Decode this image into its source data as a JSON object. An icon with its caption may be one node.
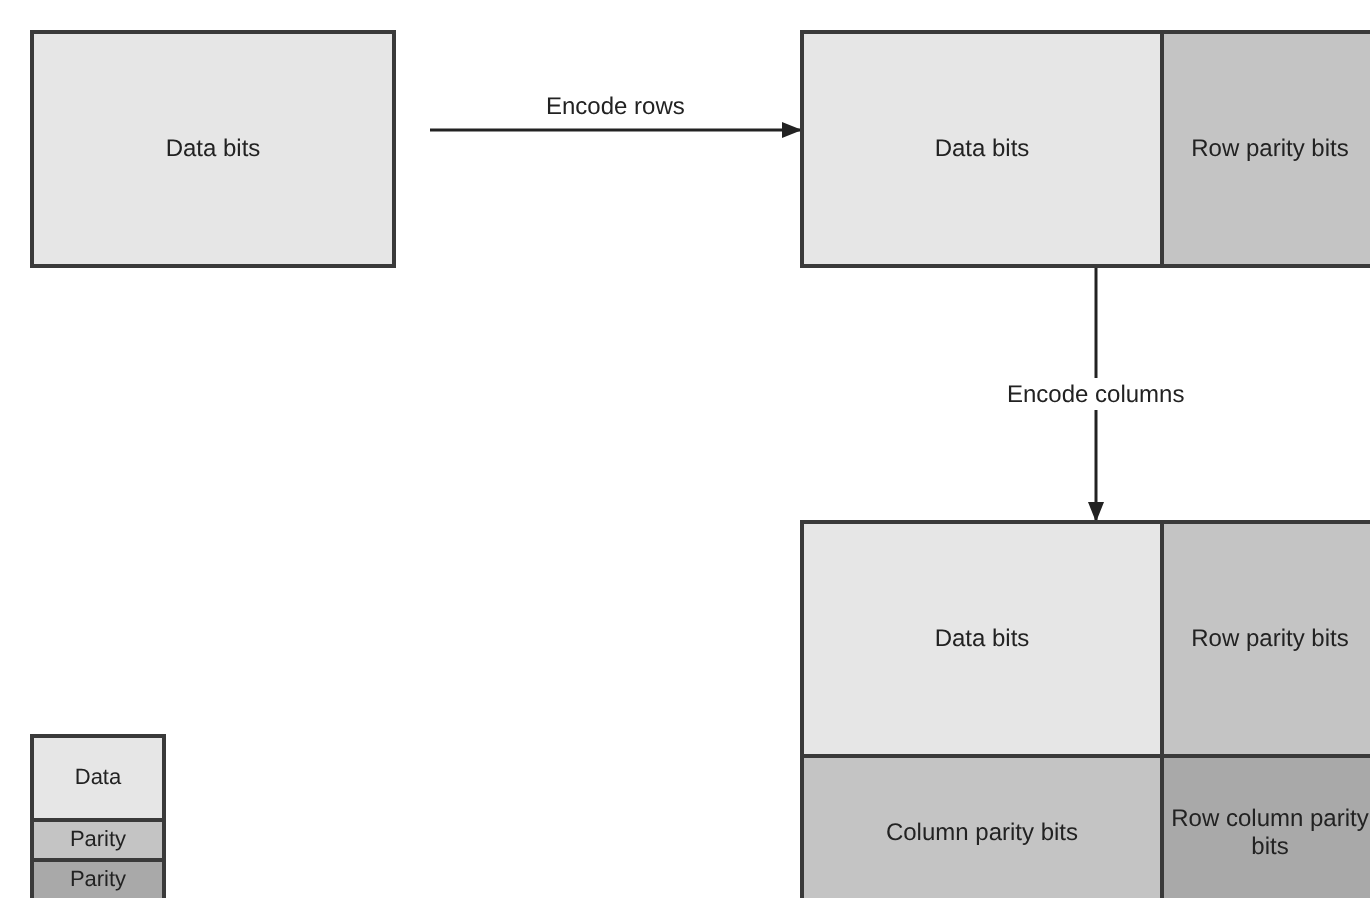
{
  "diagram": {
    "nodes": [
      {
        "text": [
          "Data bits"
        ]
      },
      {
        "text": [
          "Data bits"
        ]
      },
      {
        "text": [
          "Row parity bits"
        ]
      },
      {
        "text": [
          "Data bits"
        ]
      },
      {
        "text": [
          "Row parity bits"
        ]
      },
      {
        "text": [
          "Column parity bits"
        ]
      },
      {
        "text": [
          "Row column parity bits"
        ]
      },
      {
        "text": [
          "Data"
        ]
      },
      {
        "text": [
          "Parity"
        ]
      },
      {
        "text": [
          "Parity"
        ]
      }
    ],
    "edges": [
      {
        "from": 0,
        "to": 1,
        "arrow": "to",
        "label": "Encode rows"
      },
      {
        "from": 1,
        "to": 3,
        "arrow": "to",
        "label": "Encode columns"
      }
    ]
  }
}
